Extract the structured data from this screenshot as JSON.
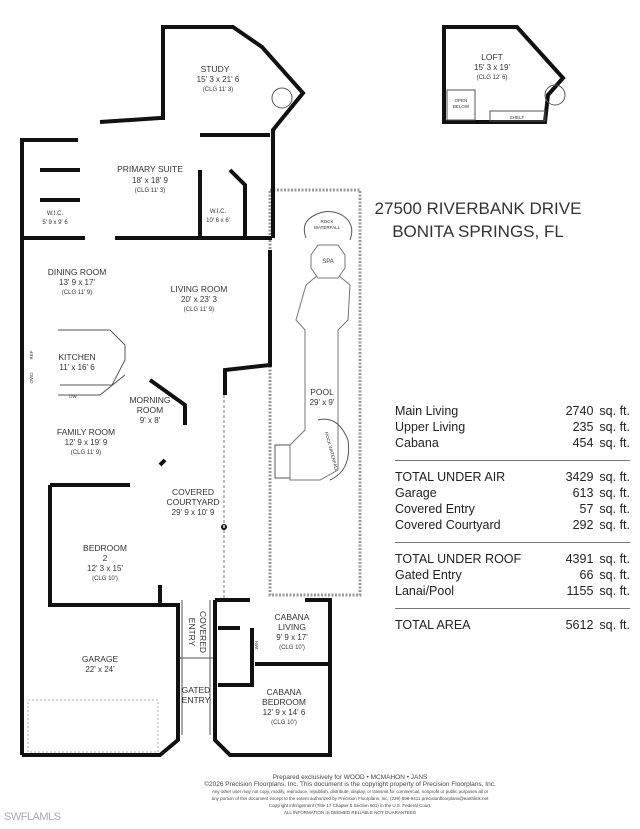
{
  "address": {
    "line1": "27500 RIVERBANK DRIVE",
    "line2": "BONITA SPRINGS, FL"
  },
  "rooms": {
    "study": {
      "name": "STUDY",
      "dims": "15' 3 x 21' 6",
      "ceiling": "(CLG 11' 3)"
    },
    "primary_suite": {
      "name": "PRIMARY SUITE",
      "dims": "18' x 18' 9",
      "ceiling": "(CLG 11' 3)"
    },
    "wic_left": {
      "name": "W.I.C.",
      "dims": "5' 9 x 9' 6"
    },
    "wic_right": {
      "name": "W.I.C.",
      "dims": "10' 6 x 6'"
    },
    "dining_room": {
      "name": "DINING ROOM",
      "dims": "13' 9 x 17'",
      "ceiling": "(CLG 11' 9)"
    },
    "living_room": {
      "name": "LIVING ROOM",
      "dims": "20' x 23' 3",
      "ceiling": "(CLG 11' 9)"
    },
    "kitchen": {
      "name": "KITCHEN",
      "dims": "11' x 16' 6"
    },
    "morning_room": {
      "name1": "MORNING",
      "name2": "ROOM",
      "dims": "9' x 8'"
    },
    "family_room": {
      "name": "FAMILY ROOM",
      "dims": "12' 9 x 19' 9",
      "ceiling": "(CLG 11' 9)"
    },
    "covered_courtyard": {
      "name1": "COVERED",
      "name2": "COURTYARD",
      "dims": "29' 9 x 10' 9"
    },
    "pool": {
      "name": "POOL",
      "dims": "29' x 9'"
    },
    "spa": {
      "name": "SPA"
    },
    "rock_waterfall": {
      "name1": "ROCK",
      "name2": "WATERFALL"
    },
    "rock_waterfall_2": {
      "name": "ROCK WATERFALL"
    },
    "bedroom2": {
      "name1": "BEDROOM",
      "name2": "2",
      "dims": "12' 3 x 15'",
      "ceiling": "(CLG 10')"
    },
    "garage": {
      "name": "GARAGE",
      "dims": "22' x 24'"
    },
    "covered_entry": {
      "name1": "COVERED",
      "name2": "ENTRY"
    },
    "gated_entry": {
      "name1": "GATED",
      "name2": "ENTRY"
    },
    "cabana_living": {
      "name1": "CABANA",
      "name2": "LIVING",
      "dims": "9' 9 x 17'",
      "ceiling": "(CLG 10')"
    },
    "cabana_bedroom": {
      "name1": "CABANA",
      "name2": "BEDROOM",
      "dims": "12' 9 x 14' 6",
      "ceiling": "(CLG 10')"
    },
    "loft": {
      "name": "LOFT",
      "dims": "15' 3 x 19'",
      "ceiling": "(CLG 12' 6)"
    },
    "open_below": {
      "name1": "OPEN",
      "name2": "BELOW"
    },
    "shelf": {
      "name": "SHELF"
    }
  },
  "fixtures": {
    "ref": "REF",
    "ovd": "OV/D",
    "dw": "DW",
    "wh": "W/H"
  },
  "area_table": {
    "groups": [
      [
        {
          "label": "Main Living",
          "value": "2740",
          "unit": "sq. ft."
        },
        {
          "label": "Upper Living",
          "value": "235",
          "unit": "sq. ft."
        },
        {
          "label": "Cabana",
          "value": "454",
          "unit": "sq. ft."
        }
      ],
      [
        {
          "label": "TOTAL UNDER AIR",
          "value": "3429",
          "unit": "sq. ft."
        },
        {
          "label": "Garage",
          "value": "613",
          "unit": "sq. ft."
        },
        {
          "label": "Covered Entry",
          "value": "57",
          "unit": "sq. ft."
        },
        {
          "label": "Covered Courtyard",
          "value": "292",
          "unit": "sq. ft."
        }
      ],
      [
        {
          "label": "TOTAL UNDER ROOF",
          "value": "4391",
          "unit": "sq. ft."
        },
        {
          "label": "Gated Entry",
          "value": "66",
          "unit": "sq. ft."
        },
        {
          "label": "Lanai/Pool",
          "value": "1155",
          "unit": "sq. ft."
        }
      ],
      [
        {
          "label": "TOTAL AREA",
          "value": "5612",
          "unit": "sq. ft."
        }
      ]
    ]
  },
  "footer": {
    "prepared": "Prepared exclusively for WOOD • MCMAHON • JANS",
    "copyright": "©2026 Precision Floorplans, Inc.  This document is the copyright property of Precision Floorplans, Inc.",
    "terms1": "Any other user may not copy, modify, reproduce, republish, distribute, display, or transmit for commercial, nonprofit or public purposes all or",
    "terms2": "any portion of this document except to the extent authorized by Precision Floorplans, Inc. (239) 598-9411 precisionfloorplans@earthlink.net",
    "terms3": "Copyright infringement (Title 17 Chapter 5 Section 501) in the U.S. Federal Court.",
    "disclaimer": "ALL INFORMATION IS DEEMED RELIABLE NOT GUARANTEED"
  },
  "watermark": "SWFLAMLS"
}
